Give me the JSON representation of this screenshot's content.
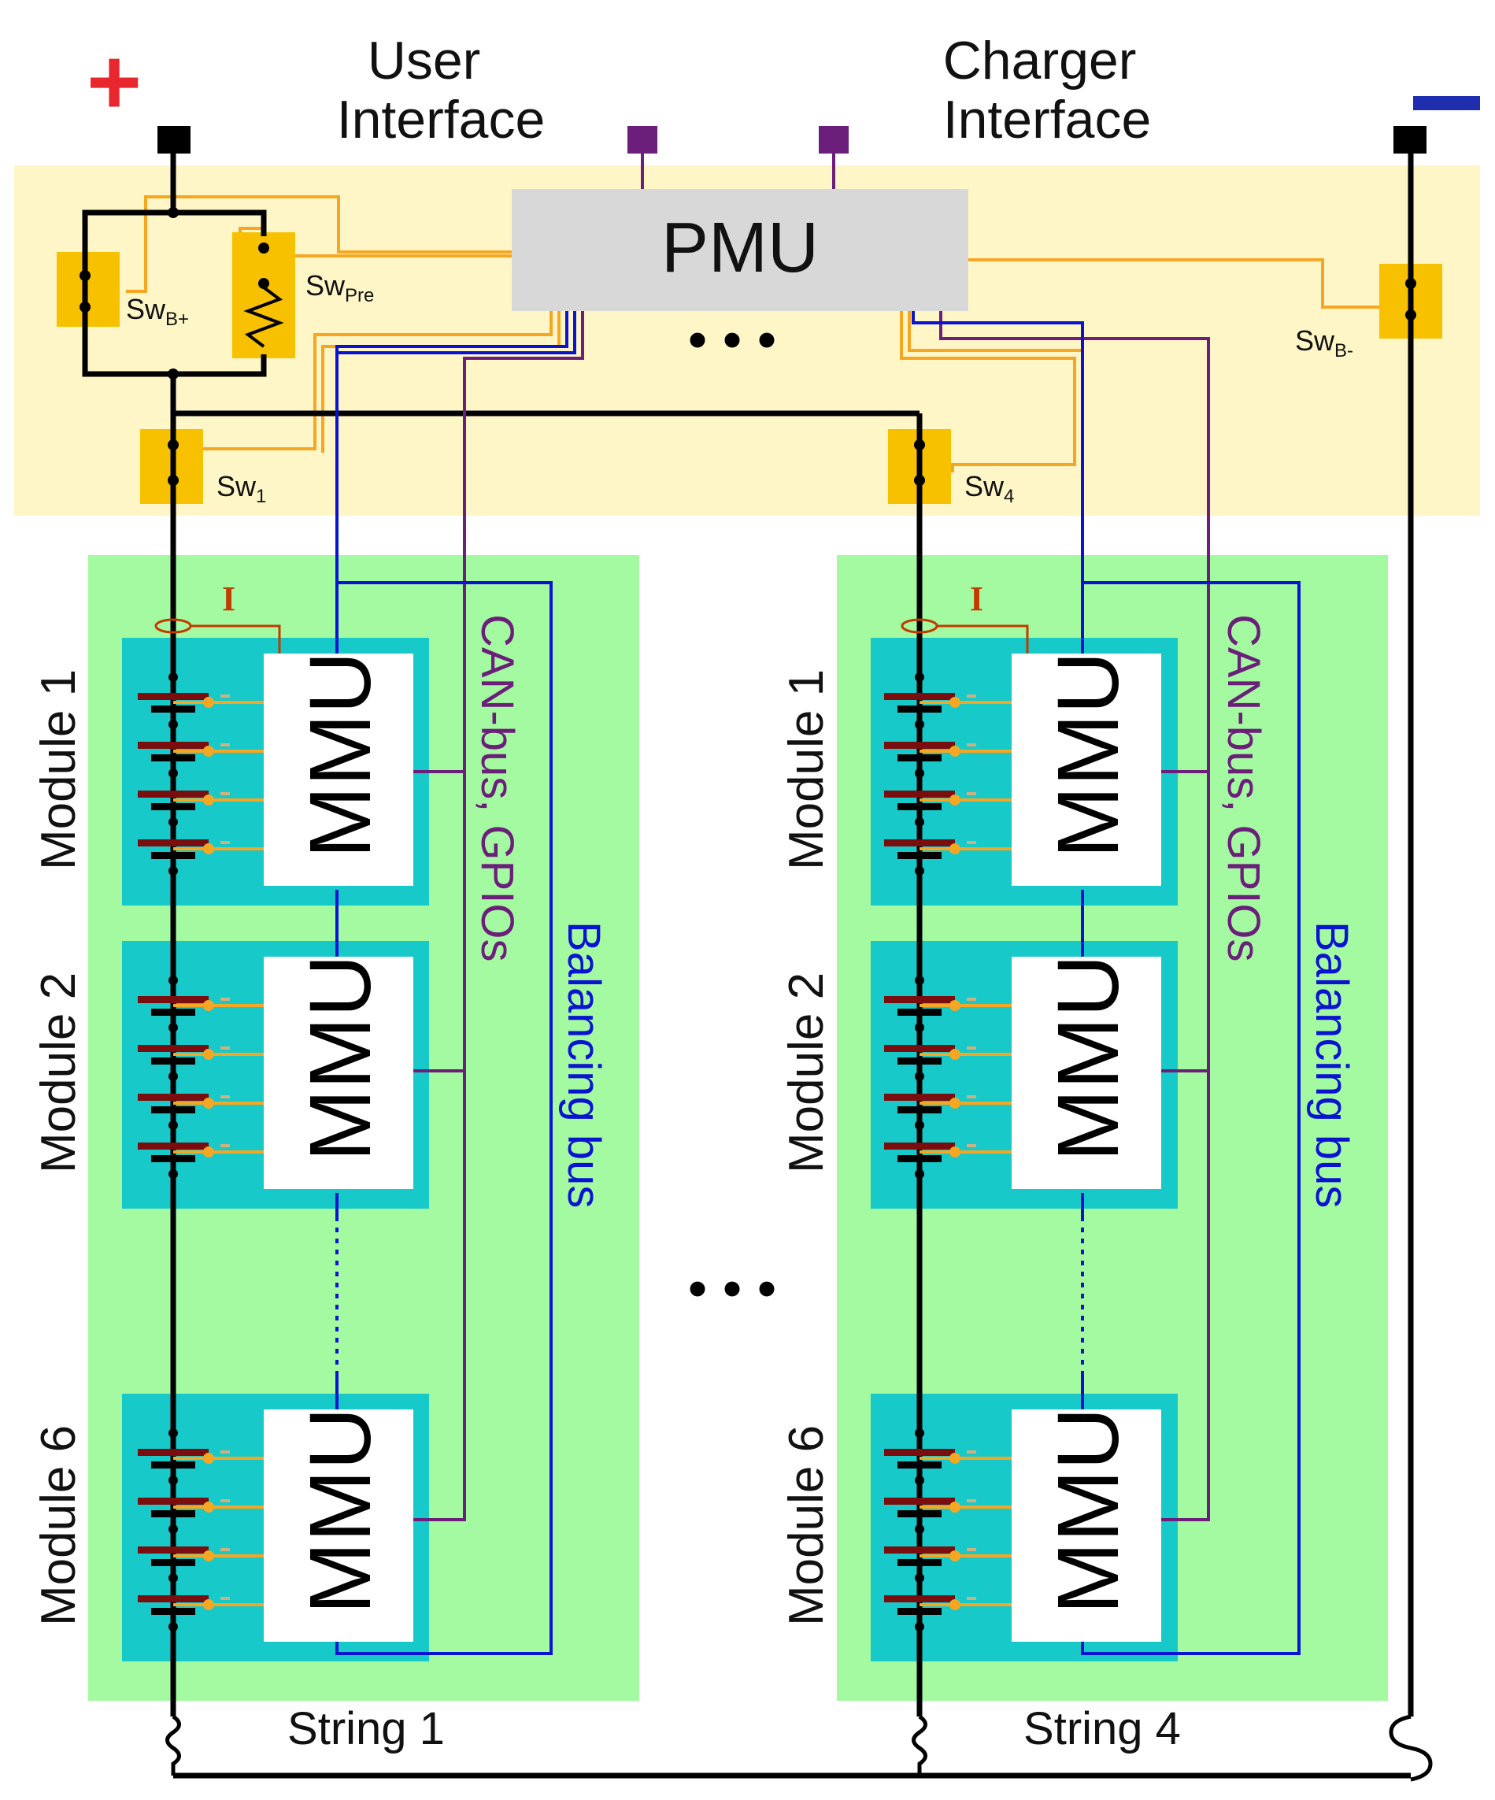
{
  "terminals": {
    "plus": "+",
    "minus": "−"
  },
  "interfaces": {
    "user": [
      "User",
      "Interface"
    ],
    "charger": [
      "Charger",
      "Interface"
    ]
  },
  "pmu": "PMU",
  "switches": {
    "sw_bplus": {
      "base": "Sw",
      "sub": "B+"
    },
    "sw_pre": {
      "base": "Sw",
      "sub": "Pre"
    },
    "sw_bminus": {
      "base": "Sw",
      "sub": "B-"
    },
    "sw_1": {
      "base": "Sw",
      "sub": "1"
    },
    "sw_4": {
      "base": "Sw",
      "sub": "4"
    }
  },
  "ellipsis": "• • •",
  "current_label": "I",
  "bus_labels": {
    "can": "CAN-bus, GPIOs",
    "balancing": "Balancing bus"
  },
  "strings": [
    {
      "name": "String 1",
      "modules": [
        "Module 1",
        "Module 2",
        "Module 6"
      ],
      "unit": "MMU"
    },
    {
      "name": "String 4",
      "modules": [
        "Module 1",
        "Module 2",
        "Module 6"
      ],
      "unit": "MMU"
    }
  ],
  "colors": {
    "pmu_panel": "#FFF6C8",
    "pmu_box": "#D8D8D8",
    "string_panel": "#A4FAA0",
    "module_panel": "#17C9C9",
    "switch": "#F7C100",
    "signal_orange": "#F5A623",
    "can_purple": "#6B1F7A",
    "balancing_blue": "#0A14D0",
    "cell_red": "#7A0E0E",
    "plus_red": "#E8282E",
    "minus_blue": "#1F2EAE"
  }
}
